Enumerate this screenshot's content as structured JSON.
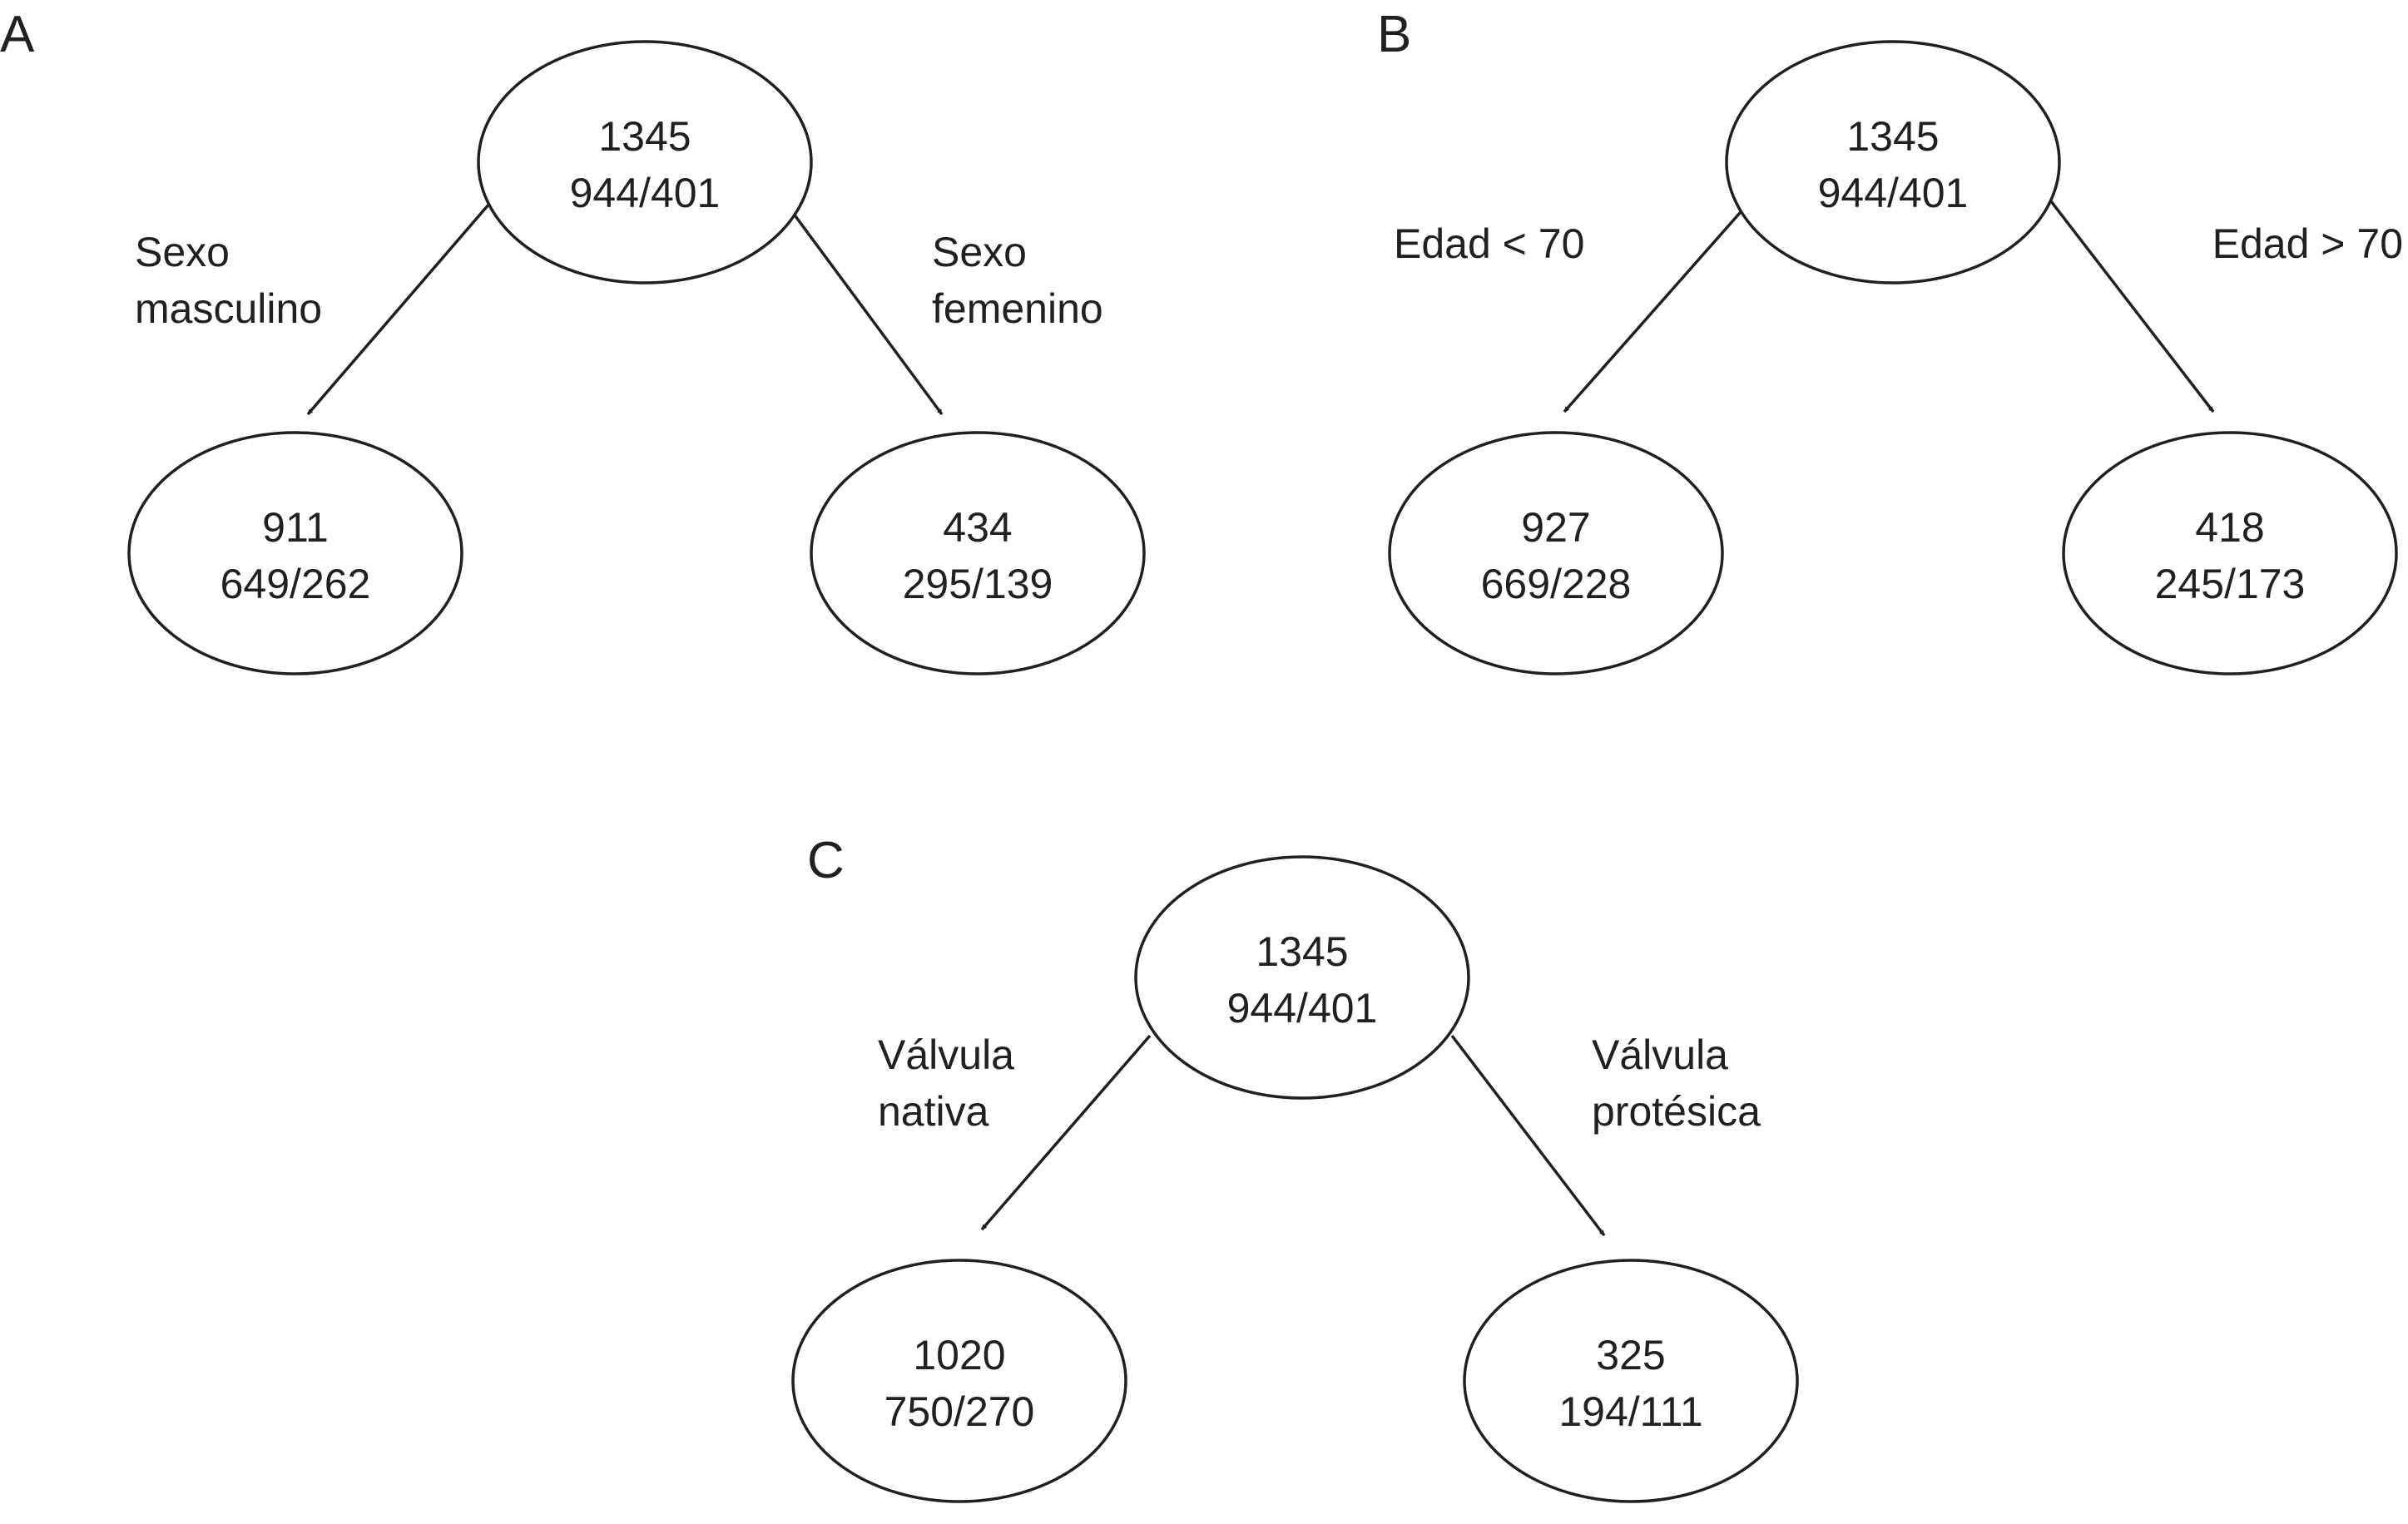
{
  "panels": [
    {
      "letter": "A",
      "root": {
        "total": "1345",
        "split": "944/401"
      },
      "left": {
        "label": [
          "Sexo",
          "masculino"
        ],
        "total": "911",
        "split": "649/262"
      },
      "right": {
        "label": [
          "Sexo",
          "femenino"
        ],
        "total": "434",
        "split": "295/139"
      }
    },
    {
      "letter": "B",
      "root": {
        "total": "1345",
        "split": "944/401"
      },
      "left": {
        "label": [
          "Edad < 70"
        ],
        "total": "927",
        "split": "669/228"
      },
      "right": {
        "label": [
          "Edad > 70"
        ],
        "total": "418",
        "split": "245/173"
      }
    },
    {
      "letter": "C",
      "root": {
        "total": "1345",
        "split": "944/401"
      },
      "left": {
        "label": [
          "Válvula",
          "nativa"
        ],
        "total": "1020",
        "split": "750/270"
      },
      "right": {
        "label": [
          "Válvula",
          "protésica"
        ],
        "total": "325",
        "split": "194/111"
      }
    }
  ]
}
